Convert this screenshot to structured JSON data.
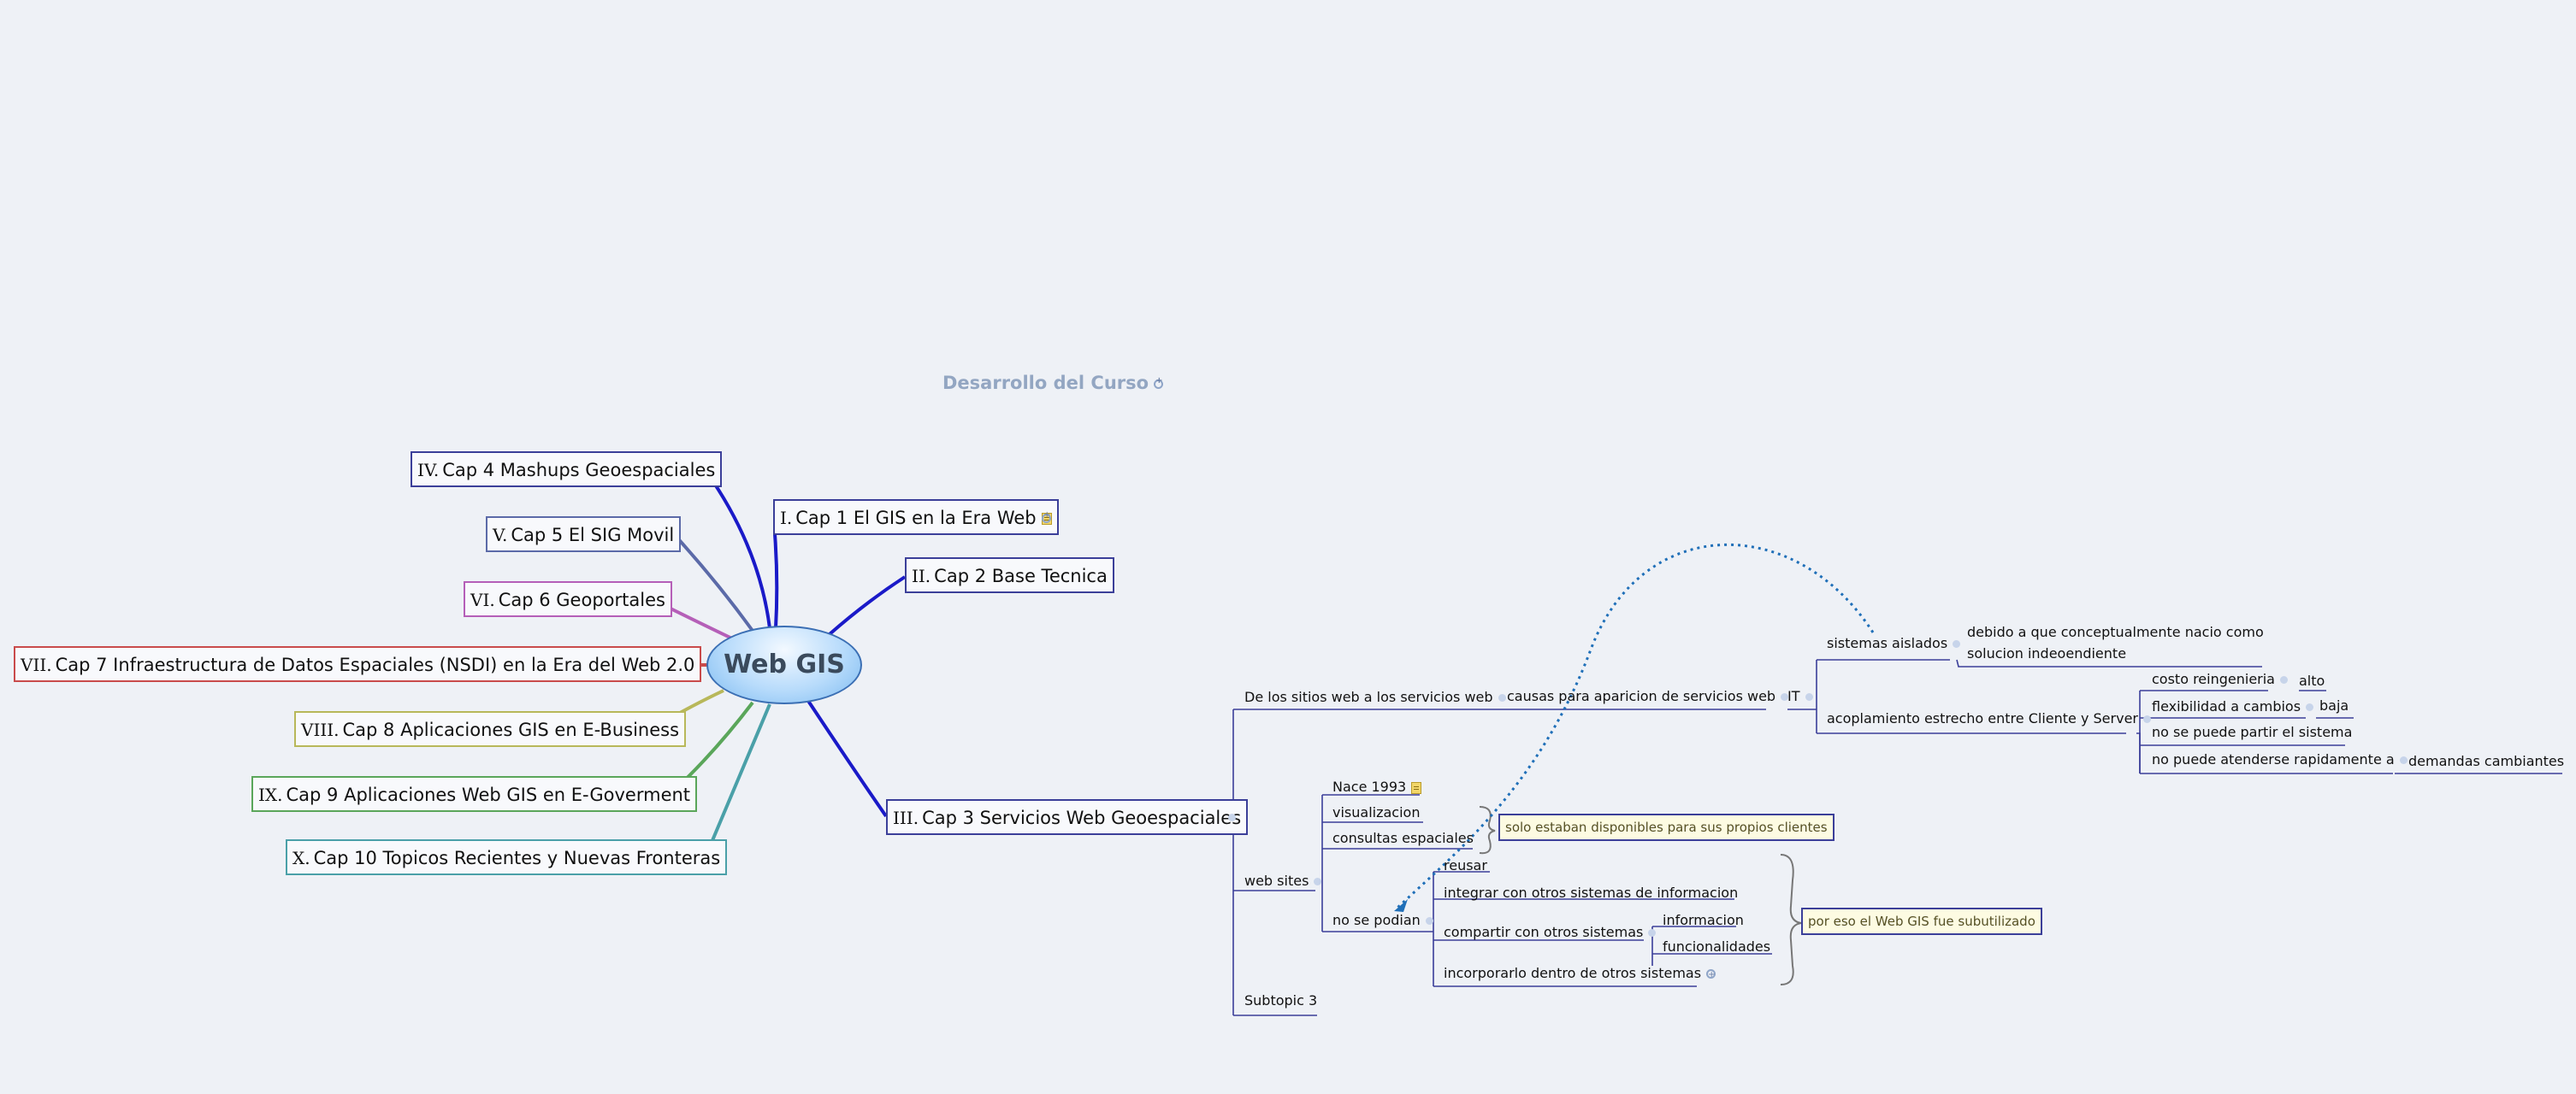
{
  "map": {
    "central_topic": "Web GIS",
    "floating_topic": "Desarrollo del Curso",
    "chapters": [
      {
        "num": "I.",
        "label": "Cap 1 El GIS en la Era Web"
      },
      {
        "num": "II.",
        "label": "Cap 2 Base Tecnica"
      },
      {
        "num": "III.",
        "label": "Cap 3 Servicios Web Geoespaciales"
      },
      {
        "num": "IV.",
        "label": "Cap 4 Mashups Geoespaciales"
      },
      {
        "num": "V.",
        "label": "Cap 5 El SIG Movil"
      },
      {
        "num": "VI.",
        "label": "Cap 6 Geoportales"
      },
      {
        "num": "VII.",
        "label": "Cap 7 Infraestructura de Datos Espaciales (NSDI) en la Era del Web 2.0"
      },
      {
        "num": "VIII.",
        "label": "Cap 8 Aplicaciones GIS en E-Business"
      },
      {
        "num": "IX.",
        "label": "Cap 9 Aplicaciones Web GIS en E-Goverment"
      },
      {
        "num": "X.",
        "label": "Cap 10 Topicos Recientes y Nuevas Fronteras"
      }
    ],
    "cap3": {
      "de_los_sitios": "De los sitios web a los servicios web",
      "causas": "causas para aparicion de servicios web",
      "it": "IT",
      "sistemas_aislados": "sistemas aislados",
      "debido_1": "debido a que conceptualmente nacio como",
      "debido_2": "solucion indeoendiente",
      "acoplamiento": "acoplamiento estrecho entre Cliente y Server",
      "costo": "costo reingenieria",
      "alto": "alto",
      "flexibilidad": "flexibilidad a cambios",
      "baja": "baja",
      "no_partir": "no se puede partir el sistema",
      "no_atender": "no puede atenderse rapidamente a",
      "demandas": "demandas cambiantes",
      "web_sites": "web sites",
      "nace": "Nace 1993",
      "visualizacion": "visualizacion",
      "consultas": "consultas espaciales",
      "solo_estaban": "solo estaban disponibles para sus propios clientes",
      "no_se_podian": "no se podian",
      "reusar": "reusar",
      "integrar": "integrar con otros sistemas de informacion",
      "compartir": "compartir con otros sistemas",
      "informacion": "informacion",
      "funcionalidades": "funcionalidades",
      "incorporarlo": "incorporarlo dentro de otros sistemas",
      "por_eso": "por eso el Web GIS fue subutilizado",
      "subtopic3": "Subtopic 3"
    }
  },
  "colors": {
    "background": "#eef1f6",
    "node_border": "#3b3f99",
    "branch_blue": "#1a1ac8",
    "floating_text": "#93a6c2",
    "relationship": "#1f6fb8",
    "callout_fill": "#fdfbe2"
  }
}
